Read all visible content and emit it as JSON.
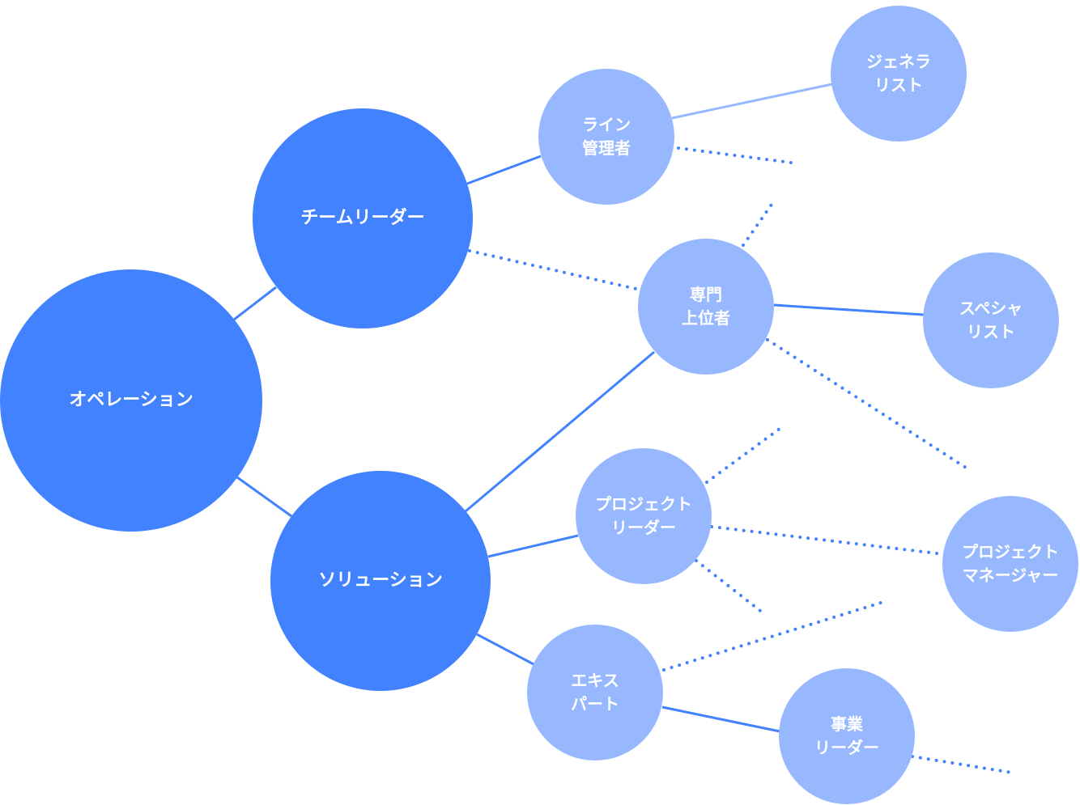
{
  "colors": {
    "primary": "#4282FF",
    "secondary": "#97B8FF",
    "line": "#4282FF"
  },
  "nodes": {
    "operation": {
      "lines": [
        "オペレーション"
      ]
    },
    "team_leader": {
      "lines": [
        "チームリーダー"
      ]
    },
    "solution": {
      "lines": [
        "ソリューション"
      ]
    },
    "line_manager": {
      "lines": [
        "ライン",
        "管理者"
      ]
    },
    "generalist": {
      "lines": [
        "ジェネラ",
        "リスト"
      ]
    },
    "senior_specialist": {
      "lines": [
        "専門",
        "上位者"
      ]
    },
    "specialist": {
      "lines": [
        "スペシャ",
        "リスト"
      ]
    },
    "project_leader": {
      "lines": [
        "プロジェクト",
        "リーダー"
      ]
    },
    "project_manager": {
      "lines": [
        "プロジェクト",
        "マネージャー"
      ]
    },
    "expert": {
      "lines": [
        "エキス",
        "パート"
      ]
    },
    "business_leader": {
      "lines": [
        "事業",
        "リーダー"
      ]
    }
  }
}
